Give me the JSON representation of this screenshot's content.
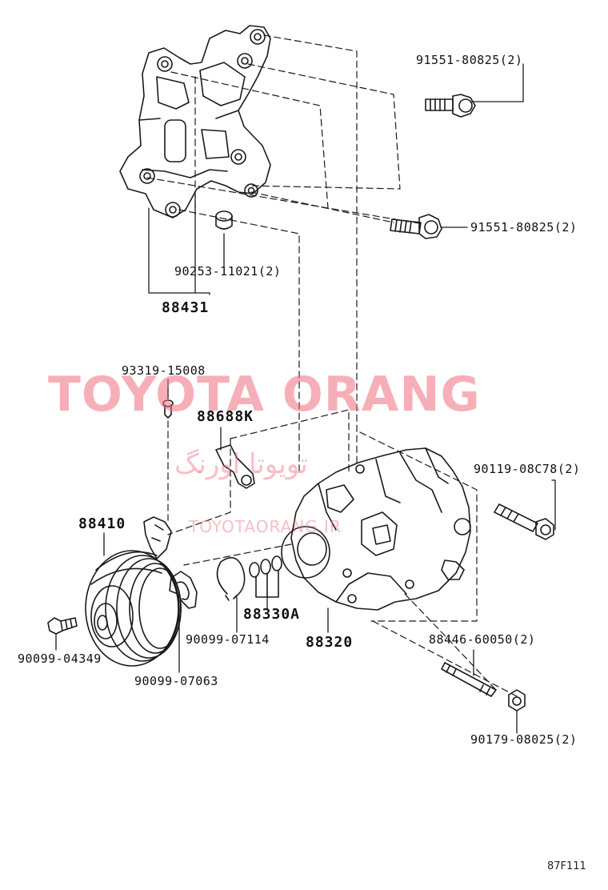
{
  "parts": {
    "bolt_top": "91551-80825(2)",
    "bolt_mid": "91551-80825(2)",
    "collar": "90253-11021(2)",
    "bracket": "88431",
    "screw": "93319-15008",
    "sensor": "88688K",
    "clutch": "88410",
    "bolt_right": "90119-08C78(2)",
    "snap_ring": "90099-07114",
    "shim_set": "88330A",
    "compressor": "88320",
    "stud": "88446-60050(2)",
    "center_bolt": "90099-04349",
    "shim": "90099-07063",
    "nut": "90179-08025(2)"
  },
  "watermark": {
    "main": "TOYOTA ORANG",
    "farsi": "تویوتا اورنگ",
    "url": "TOYOTAORANG.IR"
  },
  "figure_code": "87F111",
  "colors": {
    "line": "#1a1a1a",
    "watermark": "#ee6e7d"
  }
}
